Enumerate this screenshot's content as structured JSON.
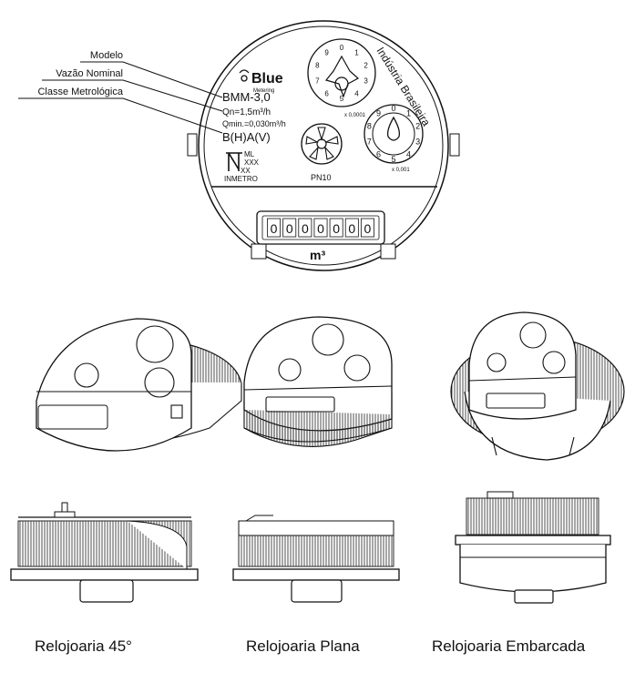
{
  "callouts": [
    "Modelo",
    "Vazão Nominal",
    "Classe Metrológica"
  ],
  "main_face": {
    "brand": "Blue",
    "brand_sub": "Metering",
    "country_text": "Indústria Brasileira",
    "model": "BMM-3,0",
    "qn": "Qn=1,5m³/h",
    "qmin": "Qmin.=0,030m³/h",
    "class": "B(H)A(V)",
    "mark_lines": [
      "ML",
      "XXX",
      "XX"
    ],
    "cert": "INMETRO",
    "pressure": "PN10",
    "small_dial_numbers": [
      "9",
      "0",
      "1",
      "2",
      "3",
      "4",
      "5",
      "6",
      "7",
      "8"
    ],
    "small_dial_factor": "x 0,0001",
    "big_dial_numbers": [
      "0",
      "1",
      "2",
      "3",
      "4",
      "5",
      "6",
      "7",
      "8",
      "9"
    ],
    "big_dial_factor": "x 0,001",
    "counter_digits": [
      "0",
      "0",
      "0",
      "0",
      "0",
      "0",
      "0"
    ],
    "unit": "m³"
  },
  "captions": [
    "Relojoaria 45°",
    "Relojoaria Plana",
    "Relojoaria Embarcada"
  ],
  "colors": {
    "line": "#111111",
    "shade": "#d9d9d9"
  }
}
